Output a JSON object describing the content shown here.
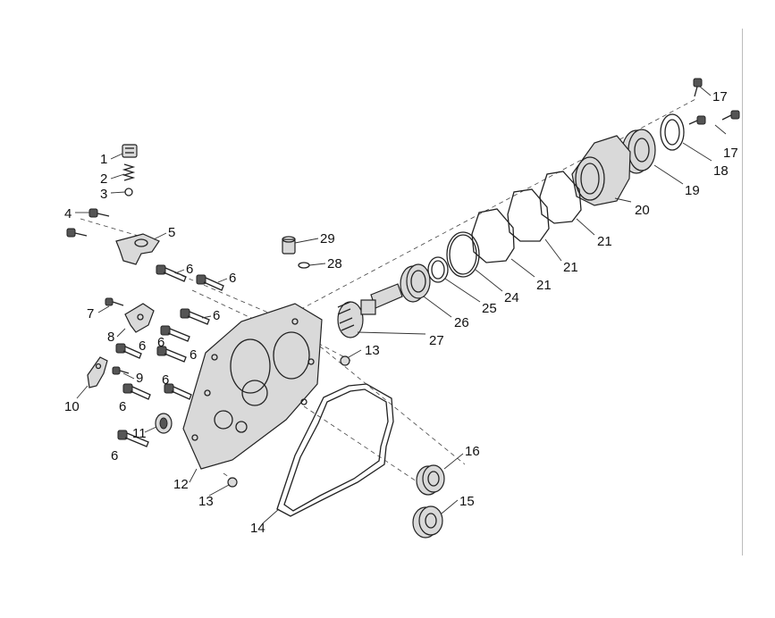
{
  "diagram": {
    "callouts": [
      {
        "id": "c1",
        "text": "1"
      },
      {
        "id": "c2",
        "text": "2"
      },
      {
        "id": "c3",
        "text": "3"
      },
      {
        "id": "c4",
        "text": "4"
      },
      {
        "id": "c5",
        "text": "5"
      },
      {
        "id": "c6a",
        "text": "6"
      },
      {
        "id": "c6b",
        "text": "6"
      },
      {
        "id": "c6c",
        "text": "6"
      },
      {
        "id": "c6d",
        "text": "6"
      },
      {
        "id": "c6e",
        "text": "6"
      },
      {
        "id": "c6f",
        "text": "6"
      },
      {
        "id": "c6g",
        "text": "6"
      },
      {
        "id": "c6h",
        "text": "6"
      },
      {
        "id": "c6i",
        "text": "6"
      },
      {
        "id": "c7",
        "text": "7"
      },
      {
        "id": "c8",
        "text": "8"
      },
      {
        "id": "c9",
        "text": "9"
      },
      {
        "id": "c10",
        "text": "10"
      },
      {
        "id": "c11",
        "text": "11"
      },
      {
        "id": "c12",
        "text": "12"
      },
      {
        "id": "c13a",
        "text": "13"
      },
      {
        "id": "c13b",
        "text": "13"
      },
      {
        "id": "c14",
        "text": "14"
      },
      {
        "id": "c15",
        "text": "15"
      },
      {
        "id": "c16",
        "text": "16"
      },
      {
        "id": "c17a",
        "text": "17"
      },
      {
        "id": "c17b",
        "text": "17"
      },
      {
        "id": "c18",
        "text": "18"
      },
      {
        "id": "c19",
        "text": "19"
      },
      {
        "id": "c20",
        "text": "20"
      },
      {
        "id": "c21a",
        "text": "21"
      },
      {
        "id": "c21b",
        "text": "21"
      },
      {
        "id": "c21c",
        "text": "21"
      },
      {
        "id": "c24",
        "text": "24"
      },
      {
        "id": "c25",
        "text": "25"
      },
      {
        "id": "c26",
        "text": "26"
      },
      {
        "id": "c27",
        "text": "27"
      },
      {
        "id": "c28",
        "text": "28"
      },
      {
        "id": "c29",
        "text": "29"
      }
    ]
  }
}
